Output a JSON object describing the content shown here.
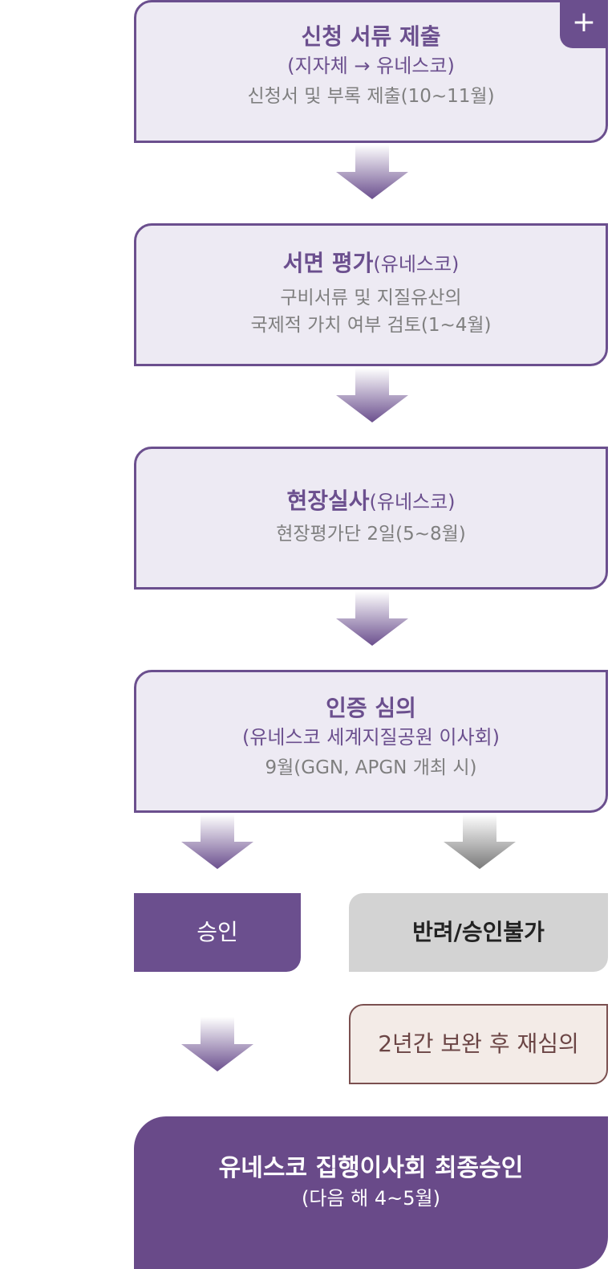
{
  "steps": [
    {
      "title": "신청 서류 제출",
      "sub": "(지자체 → 유네스코)",
      "desc": "신청서 및 부록 제출(10~11월)"
    },
    {
      "title": "서면 평가",
      "title_note": "(유네스코)",
      "desc1": "구비서류 및 지질유산의",
      "desc2": "국제적 가치 여부 검토(1~4월)"
    },
    {
      "title": "현장실사",
      "title_note": "(유네스코)",
      "desc": "현장평가단 2일(5~8월)"
    },
    {
      "title": "인증 심의",
      "sub": "(유네스코 세계지질공원 이사회)",
      "desc": "9월(GGN, APGN 개최 시)"
    }
  ],
  "plus_label": "+",
  "outcomes": {
    "approve": "승인",
    "reject": "반려/승인불가",
    "recheck": "2년간 보완 후 재심의"
  },
  "final": {
    "title": "유네스코 집행이사회 최종승인",
    "sub": "(다음 해 4~5월)"
  },
  "colors": {
    "primary": "#6b4f8e",
    "box_bg": "#edeaf3",
    "gray": "#d3d3d3",
    "recheck_border": "#7b5050"
  }
}
